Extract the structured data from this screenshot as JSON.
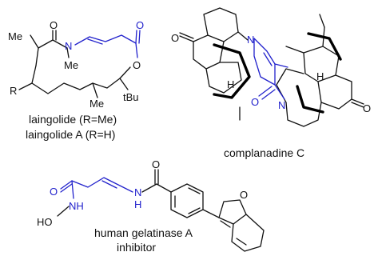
{
  "colors": {
    "bond": "#111111",
    "highlight": "#2222cc",
    "bold": "#000000"
  },
  "captions": {
    "laingolide_1": "laingolide (R=Me)",
    "laingolide_2": "laingolide A (R=H)",
    "complanadine": "complanadine C",
    "gelatinase_1": "human gelatinase A",
    "gelatinase_2": "inhibitor"
  },
  "labels": {
    "me1": "Me",
    "o_amide": "O",
    "n_amide": "N",
    "me_n": "Me",
    "o_lactone_carbonyl": "O",
    "o_lactone_ring": "O",
    "r_group": "R",
    "me3": "Me",
    "tbu": "tBu",
    "o_left_ketone": "O",
    "n_pyridone_top": "N",
    "h_left": "H",
    "o_pyridone": "O",
    "n_pyridone_bottom": "N",
    "h_right": "H",
    "o_right_ketone": "O",
    "o_hydroxamic": "O",
    "nh_hydroxamic": "NH",
    "ho": "HO",
    "nh_amide": "H",
    "n_amide2": "N",
    "o_benzamide": "O",
    "o_benzofuran": "O"
  }
}
